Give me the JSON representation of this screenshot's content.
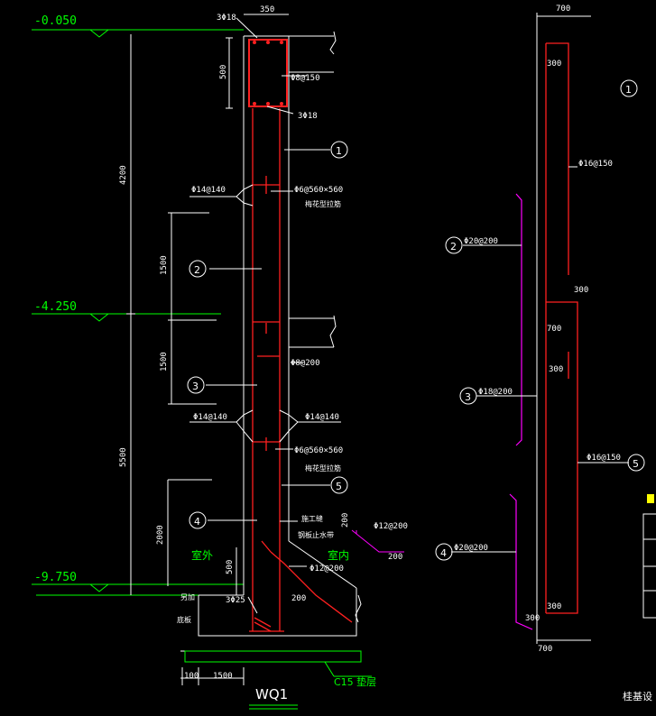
{
  "colors": {
    "background": "#000000",
    "green": "#00ff00",
    "white": "#ffffff",
    "red": "#ff2020",
    "magenta": "#ff00ff",
    "yellow": "#ffff00",
    "cyan": "#00ffff"
  },
  "elevations": {
    "top": "-0.050",
    "mid": "-4.250",
    "bottom": "-9.750"
  },
  "dimensions": {
    "wall_width": "350",
    "beam_height": "500",
    "upper_span": "4200",
    "lower_span": "5500",
    "rebar2_span": "1500",
    "rebar3_span": "1500",
    "rebar4_span": "2000",
    "footing_500": "500",
    "footing_100": "100",
    "footing_1500": "1500",
    "hook_200a": "200",
    "hook_200b": "200",
    "hook_200c": "200"
  },
  "rebar_labels": {
    "top_bars": "3Φ18",
    "stirrup_top": "Φ8@150",
    "bottom_bars": "3Φ18",
    "left_upper": "Φ14@140",
    "tie_upper": "Φ6@560×560",
    "tie_upper_note": "梅花型拉筋",
    "stirrup_mid": "Φ8@200",
    "left_lower": "Φ14@140",
    "right_lower": "Φ14@140",
    "tie_lower": "Φ6@560×560",
    "tie_lower_note": "梅花型拉筋",
    "joint_note1": "施工缝",
    "joint_note2": "钢板止水带",
    "footing_bars": "3Φ25",
    "outside": "室外",
    "inside": "室内",
    "bend_bar": "Φ12@200",
    "bend_bar2": "Φ12@200",
    "left_note1": "另加",
    "left_note2": "底板",
    "base": "C15 垫层",
    "wall_id": "WQ1"
  },
  "callouts": [
    "1",
    "2",
    "3",
    "4",
    "5"
  ],
  "detail": {
    "top_700": "700",
    "seg_300a": "300",
    "bar1": "Φ16@150",
    "bar2": "Φ20@200",
    "seg_300b": "300",
    "seg_700": "700",
    "seg_300c": "300",
    "bar3": "Φ18@200",
    "bar5": "Φ16@150",
    "bar4": "Φ20@200",
    "seg_300d": "300",
    "seg_300e": "300",
    "bottom_700": "700",
    "corner_text": "桂基设"
  }
}
